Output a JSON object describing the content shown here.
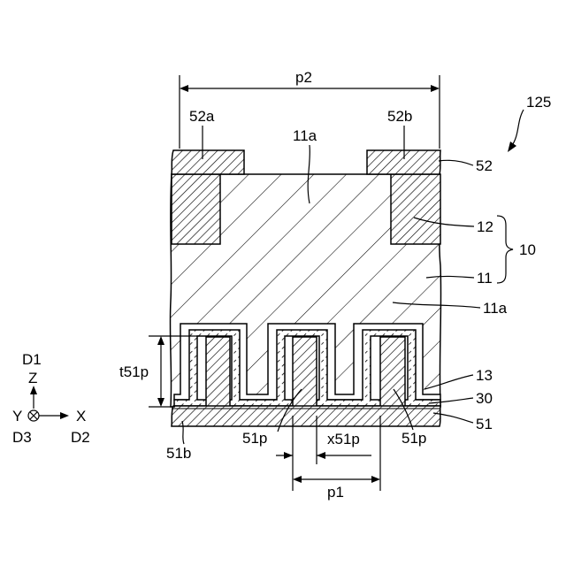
{
  "labels": {
    "p2": "p2",
    "ref_125": "125",
    "l52a": "52a",
    "l52b": "52b",
    "l11a_top": "11a",
    "l52": "52",
    "l12": "12",
    "l10": "10",
    "l11": "11",
    "l11a_mid": "11a",
    "t51p": "t51p",
    "l13": "13",
    "l30": "30",
    "l51": "51",
    "l51b": "51b",
    "l51p_left": "51p",
    "x51p": "x51p",
    "l51p_right": "51p",
    "p1": "p1"
  },
  "axes": {
    "d1": "D1",
    "z": "Z",
    "y": "Y",
    "x": "X",
    "d3": "D3",
    "d2": "D2"
  },
  "colors": {
    "line": "#000000",
    "background": "#ffffff"
  }
}
